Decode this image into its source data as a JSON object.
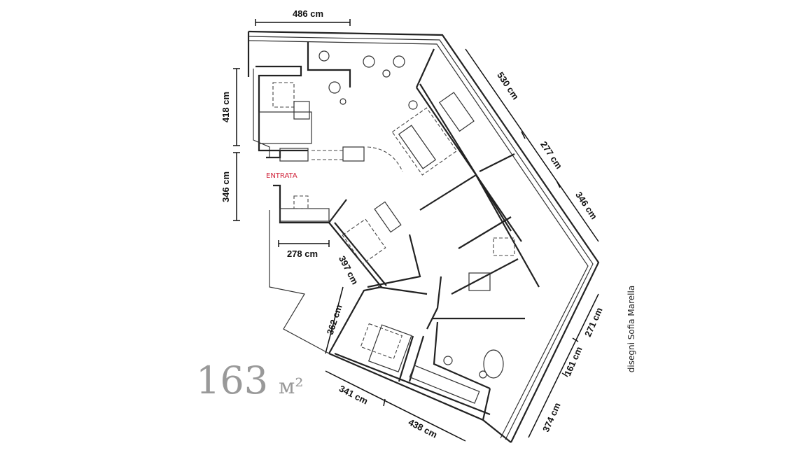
{
  "title": "163",
  "area_unit": "м²",
  "credit": "disegni Sofia Marella",
  "entrance_label": "ENTRATA",
  "accent_color": "#d0233a",
  "dimensions": {
    "top": "486 cm",
    "left_upper": "418 cm",
    "left_lower": "346 cm",
    "inner_horizontal": "278 cm",
    "inner_diagonal": "397 cm",
    "right_upper": "530 cm",
    "right_middle": "277 cm",
    "right_lower": "346 cm",
    "bedroom_side": "362 cm",
    "bottom_left": "341 cm",
    "bottom_right": "438 cm",
    "lower_right_a": "271 cm",
    "lower_right_b": "161 cm",
    "lower_right_c": "374 cm"
  }
}
